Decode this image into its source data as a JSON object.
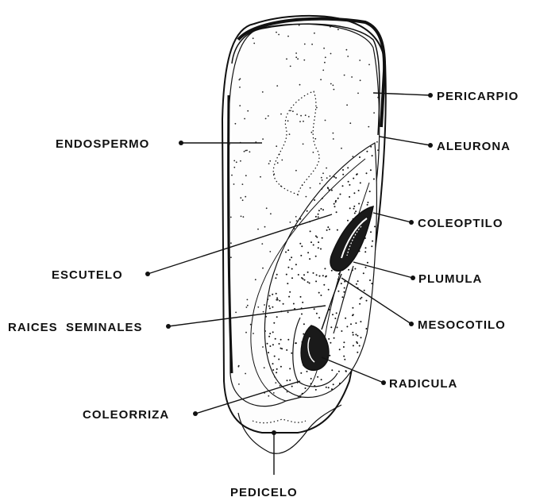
{
  "diagram": {
    "labels": {
      "pericarpio": "PERICARPIO",
      "endospermo": "ENDOSPERMO",
      "aleurona": "ALEURONA",
      "coleoptilo": "COLEOPTILO",
      "escutelo": "ESCUTELO",
      "plumula": "PLUMULA",
      "raices_seminales": "RAICES  SEMINALES",
      "mesocotilo": "MESOCOTILO",
      "radicula": "RADICULA",
      "coleorriza": "COLEORRIZA",
      "pedicelo": "PEDICELO"
    }
  }
}
